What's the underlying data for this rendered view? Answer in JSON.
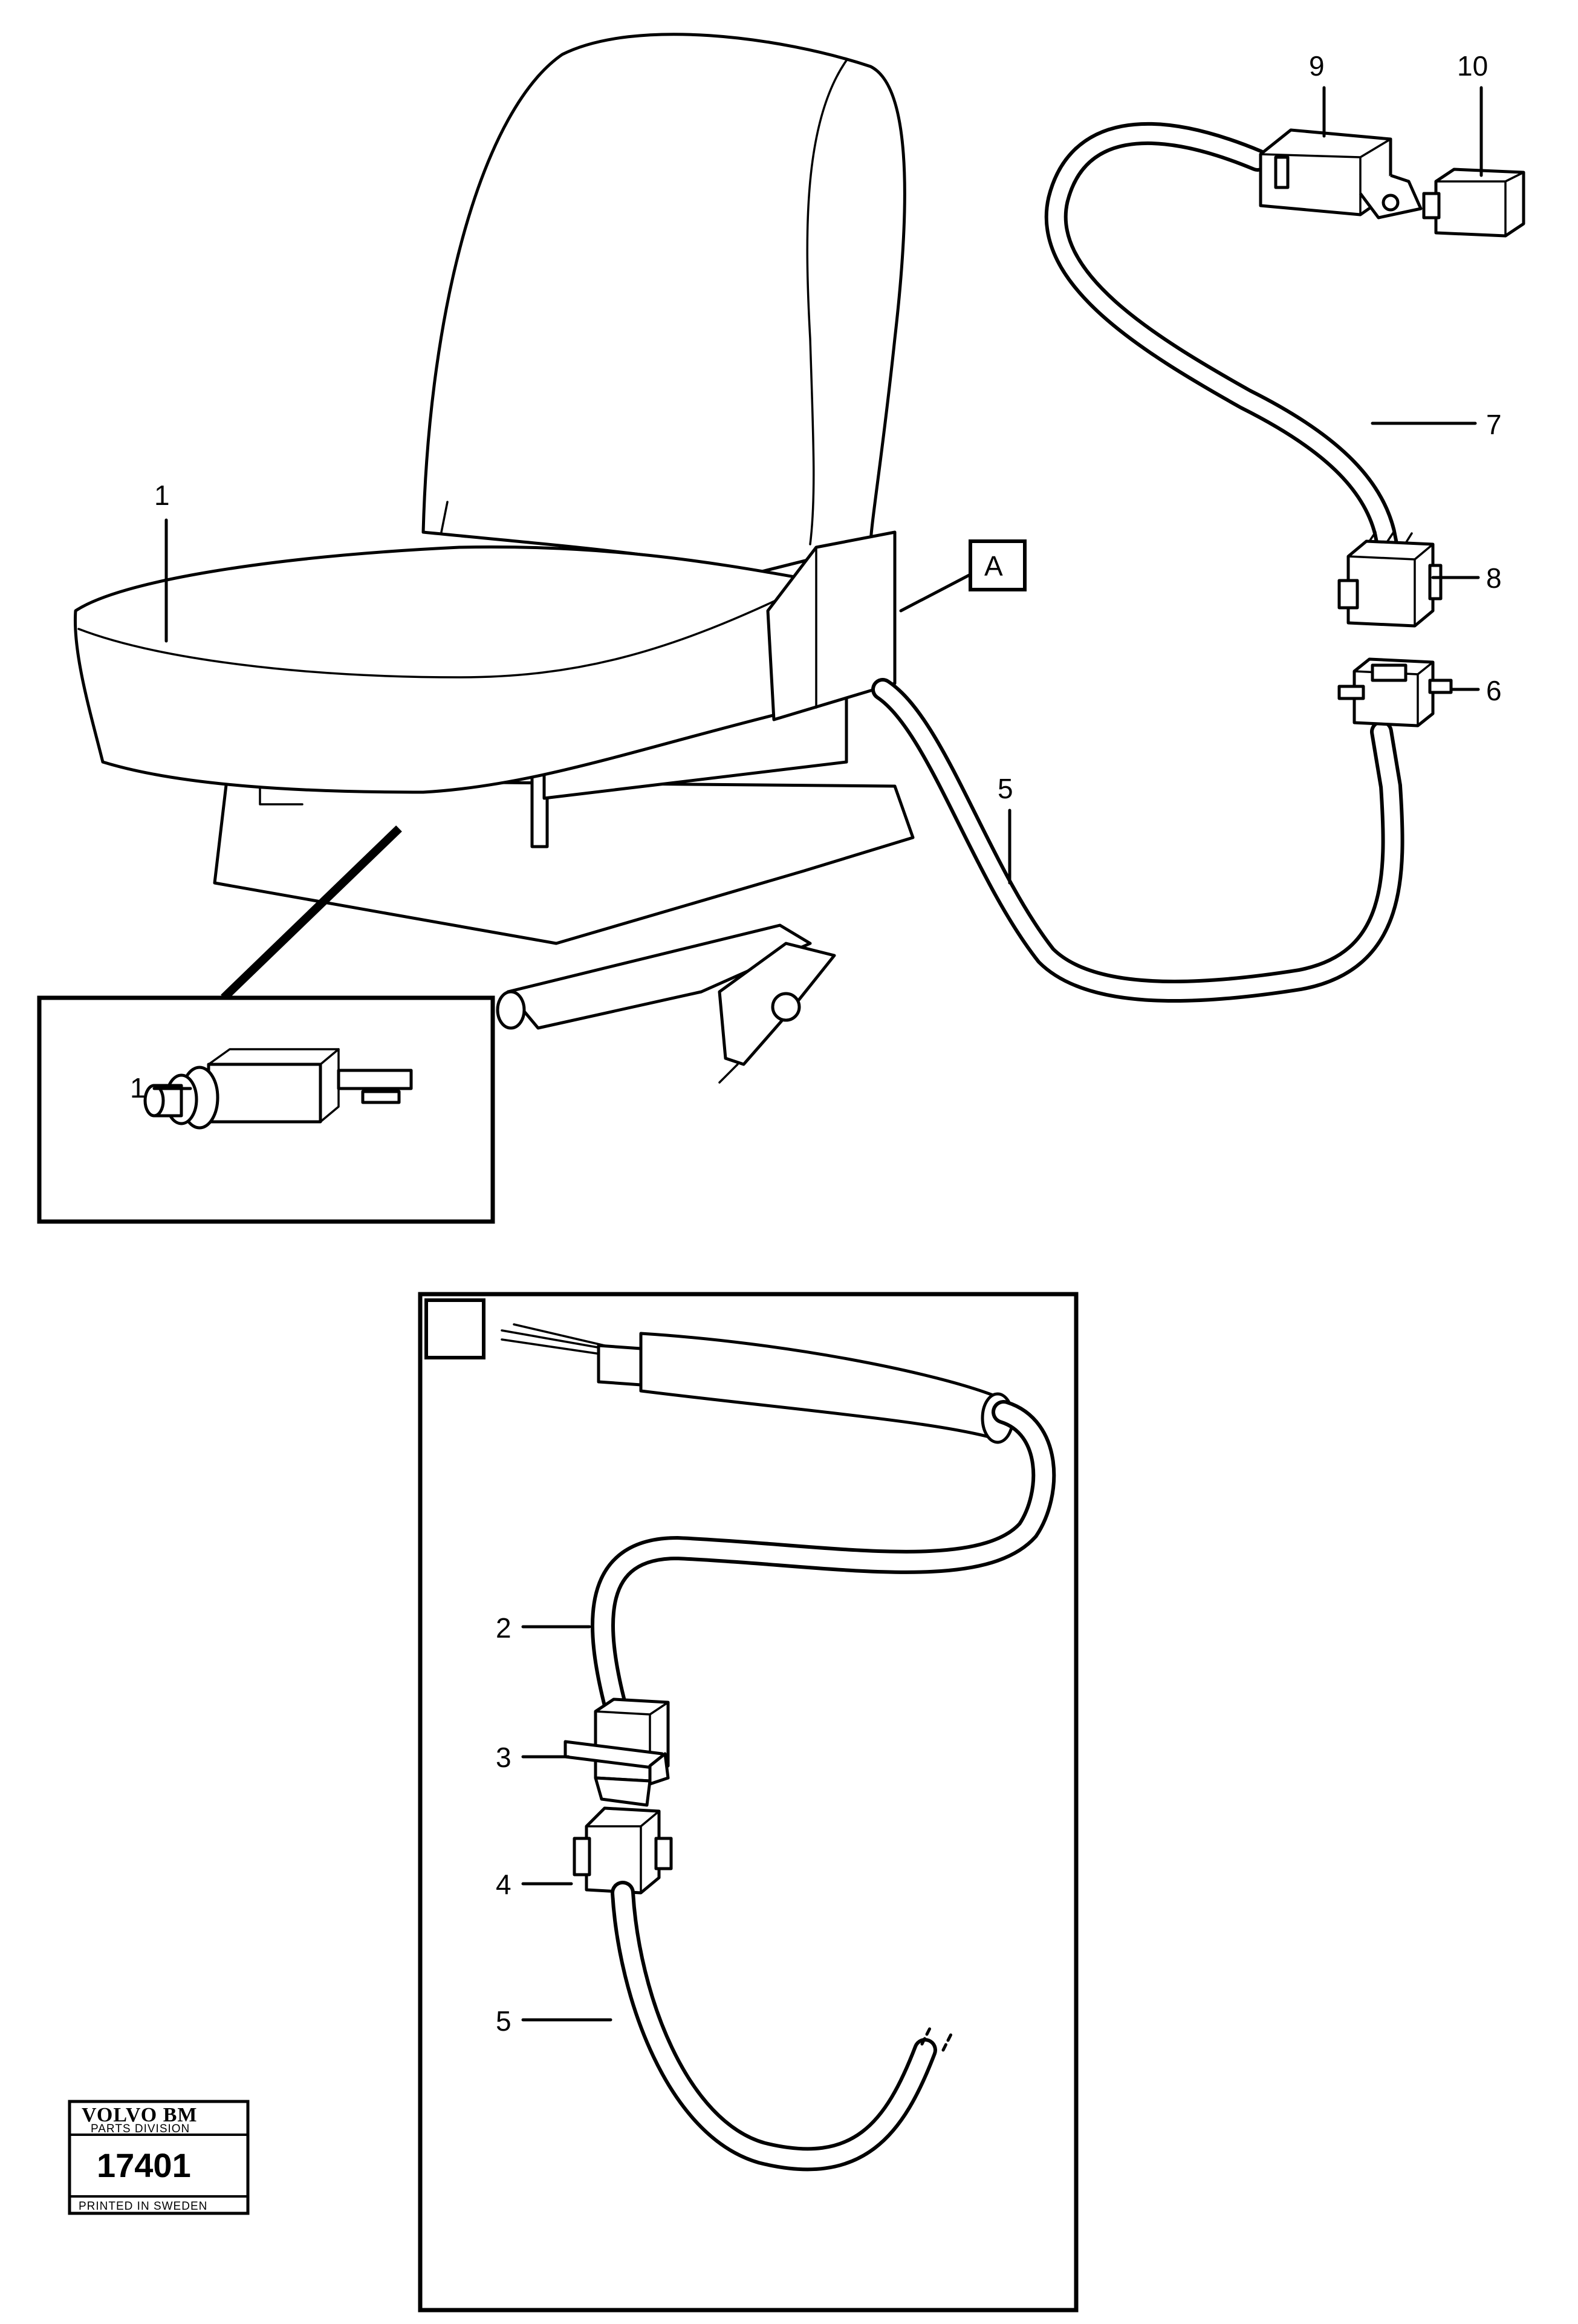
{
  "callouts": {
    "seat": "1",
    "switch": "1",
    "view_a_marker": "A",
    "cable_main": "5",
    "connector_6": "6",
    "cable_7": "7",
    "connector_8": "8",
    "relay_9": "9",
    "relay_10": "10",
    "cable_2": "2",
    "connector_3": "3",
    "connector_4": "4",
    "cable_5_detail": "5"
  },
  "stamp": {
    "brand": "VOLVO BM",
    "division": "PARTS DIVISION",
    "number": "17401",
    "printed": "PRINTED IN SWEDEN"
  }
}
